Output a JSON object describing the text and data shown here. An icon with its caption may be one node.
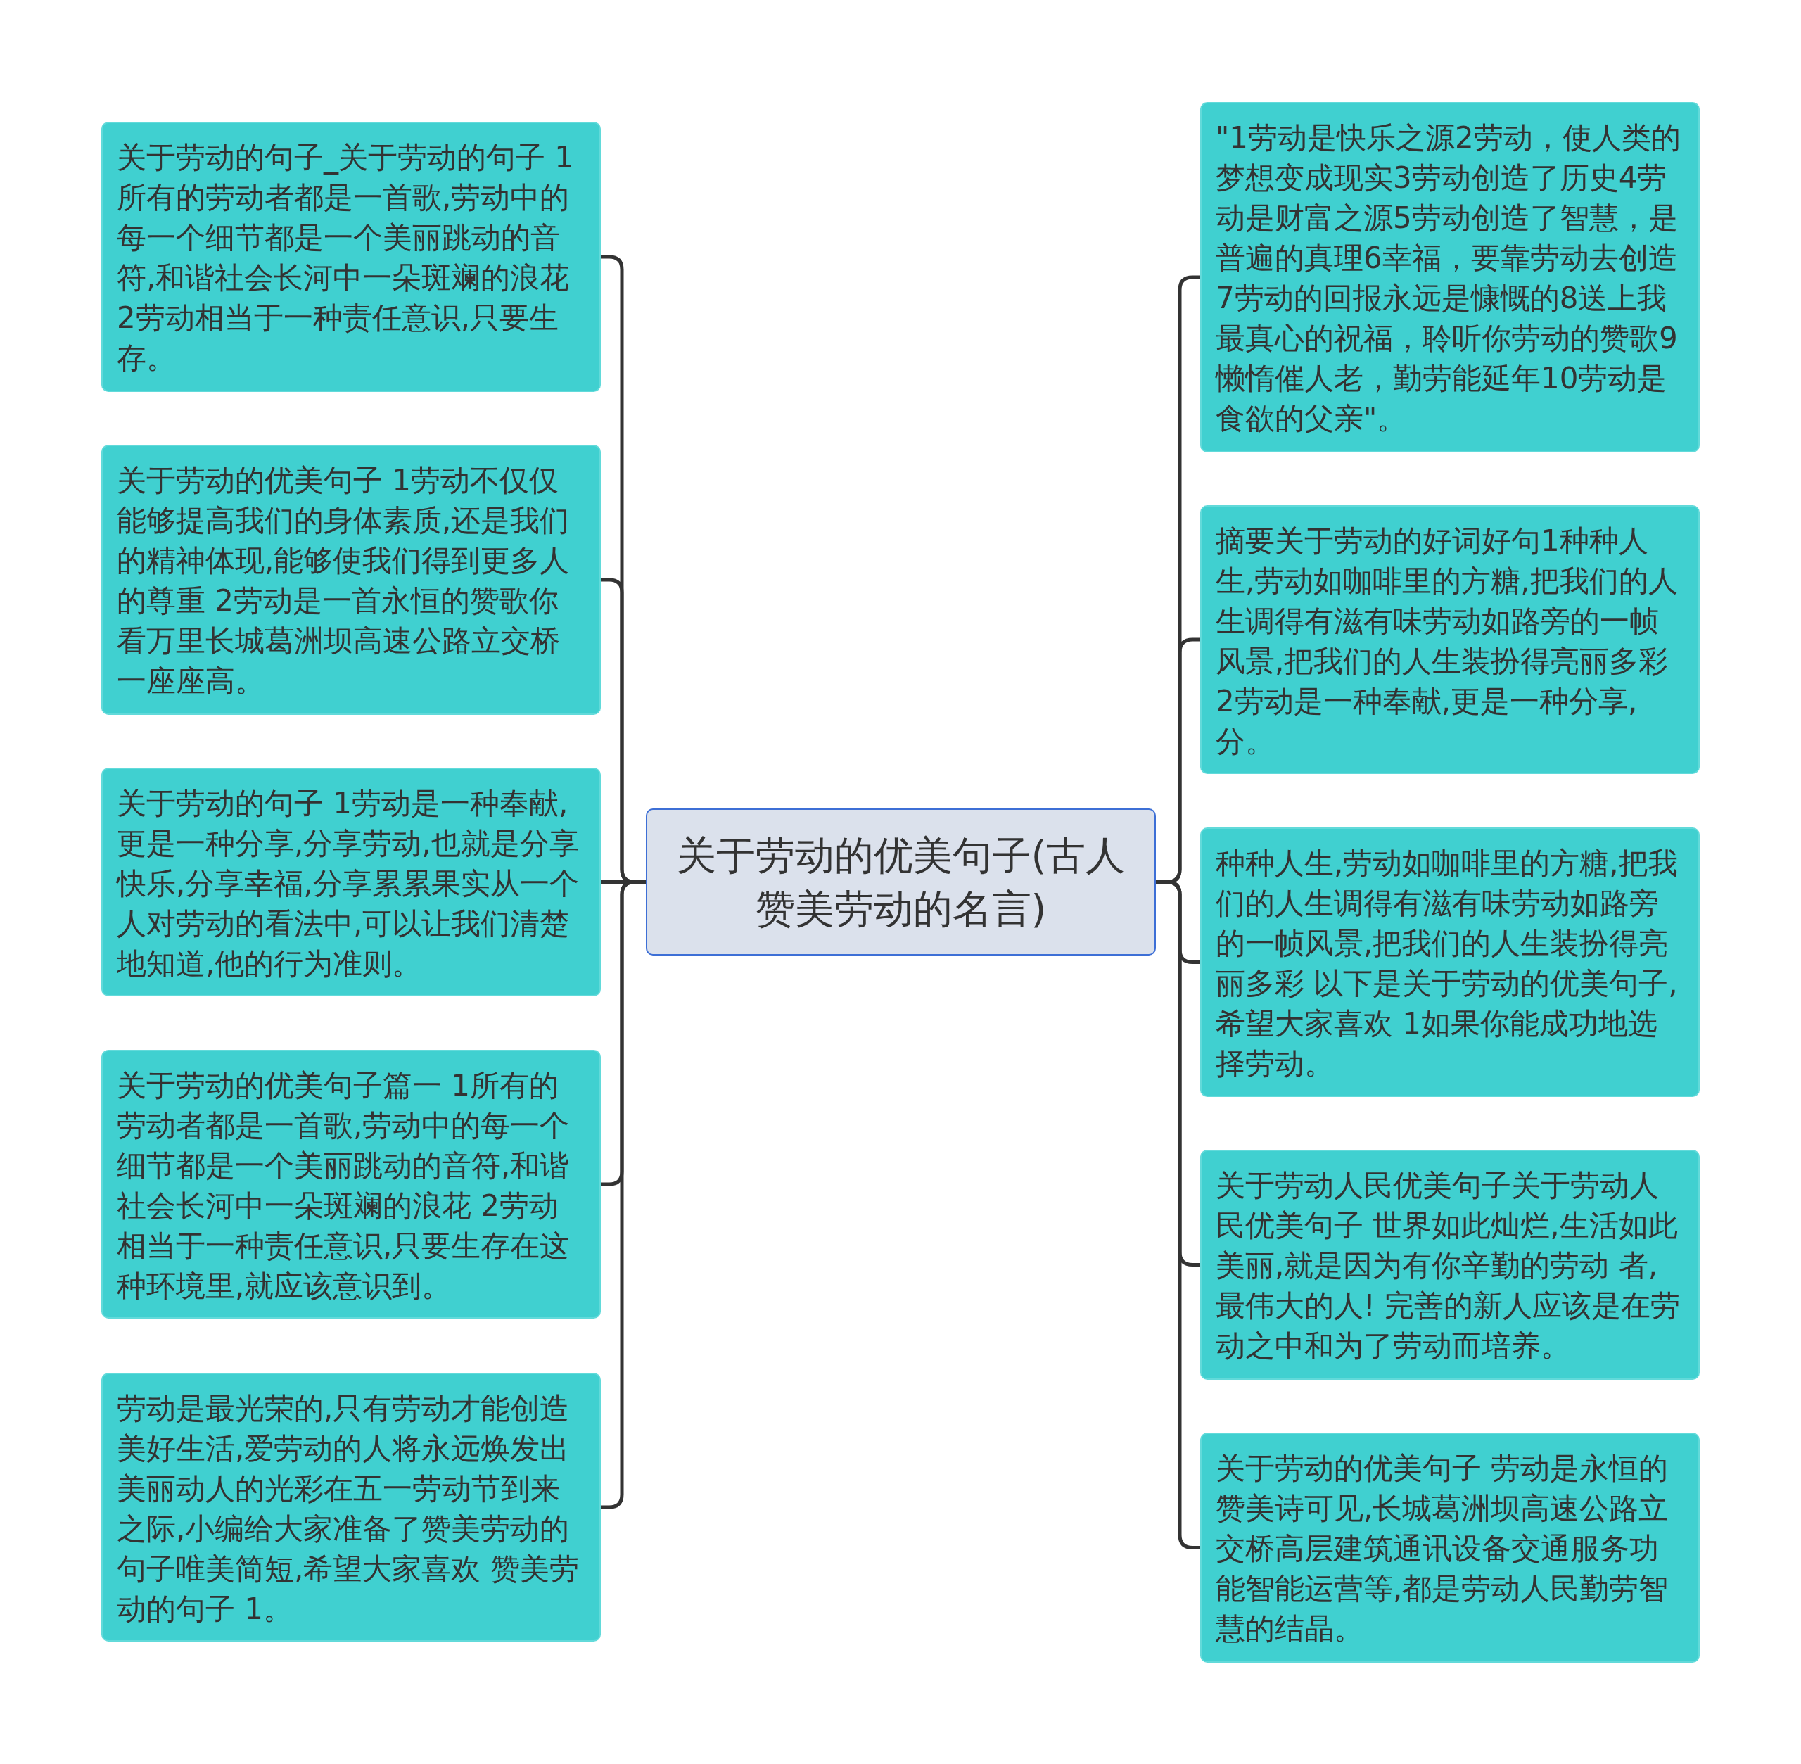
{
  "diagram": {
    "nodes": [
      {
        "text": [
          "关于劳动的优美句子(古人赞美劳动的名言)"
        ]
      },
      {
        "text": [
          "关于劳动的句子_关于劳动的句子 1所有的劳动者都是一首歌,劳动中的每一个细节都是一个美丽跳动的音符,和谐社会长河中一朵斑斓的浪花 2劳动相当于一种责任意识,只要生存。"
        ]
      },
      {
        "text": [
          "关于劳动的优美句子 1劳动不仅仅能够提高我们的身体素质,还是我们的精神体现,能够使我们得到更多人的尊重 2劳动是一首永恒的赞歌你看万里长城葛洲坝高速公路立交桥一座座高。"
        ]
      },
      {
        "text": [
          "关于劳动的句子 1劳动是一种奉献,更是一种分享,分享劳动,也就是分享快乐,分享幸福,分享累累果实从一个人对劳动的看法中,可以让我们清楚地知道,他的行为准则。"
        ]
      },
      {
        "text": [
          "关于劳动的优美句子篇一 1所有的劳动者都是一首歌,劳动中的每一个细节都是一个美丽跳动的音符,和谐社会长河中一朵斑斓的浪花 2劳动相当于一种责任意识,只要生存在这种环境里,就应该意识到。"
        ]
      },
      {
        "text": [
          "劳动是最光荣的,只有劳动才能创造美好生活,爱劳动的人将永远焕发出美丽动人的光彩在五一劳动节到来之际,小编给大家准备了赞美劳动的句子唯美简短,希望大家喜欢 赞美劳动的句子 1。"
        ]
      },
      {
        "text": [
          "\"1劳动是快乐之源2劳动，使人类的梦想变成现实3劳动创造了历史4劳动是财富之源5劳动创造了智慧，是普遍的真理6幸福，要靠劳动去创造7劳动的回报永远是慷慨的8送上我最真心的祝福，聆听你劳动的赞歌9懒惰催人老，勤劳能延年10劳动是食欲的父亲\"。"
        ]
      },
      {
        "text": [
          "摘要关于劳动的好词好句1种种人生,劳动如咖啡里的方糖,把我们的人生调得有滋有味劳动如路旁的一帧风景,把我们的人生装扮得亮丽多彩2劳动是一种奉献,更是一种分享,分。"
        ]
      },
      {
        "text": [
          "种种人生,劳动如咖啡里的方糖,把我们的人生调得有滋有味劳动如路旁的一帧风景,把我们的人生装扮得亮丽多彩 以下是关于劳动的优美句子,希望大家喜欢 1如果你能成功地选择劳动。"
        ]
      },
      {
        "text": [
          "关于劳动人民优美句子关于劳动人民优美句子 世界如此灿烂,生活如此美丽,就是因为有你辛勤的劳动 者,最伟大的人! 完善的新人应该是在劳动之中和为了劳动而培养。"
        ]
      },
      {
        "text": [
          "关于劳动的优美句子 劳动是永恒的赞美诗可见,长城葛洲坝高速公路立交桥高层建筑通讯设备交通服务功能智能运营等,都是劳动人民勤劳智慧的结晶。"
        ]
      }
    ],
    "edges": [
      {
        "from": 0,
        "to": 1,
        "arrow": "none"
      },
      {
        "from": 0,
        "to": 2,
        "arrow": "none"
      },
      {
        "from": 0,
        "to": 3,
        "arrow": "none"
      },
      {
        "from": 0,
        "to": 4,
        "arrow": "none"
      },
      {
        "from": 0,
        "to": 5,
        "arrow": "none"
      },
      {
        "from": 0,
        "to": 6,
        "arrow": "none"
      },
      {
        "from": 0,
        "to": 7,
        "arrow": "none"
      },
      {
        "from": 0,
        "to": 8,
        "arrow": "none"
      },
      {
        "from": 0,
        "to": 9,
        "arrow": "none"
      },
      {
        "from": 0,
        "to": 10,
        "arrow": "none"
      }
    ]
  }
}
